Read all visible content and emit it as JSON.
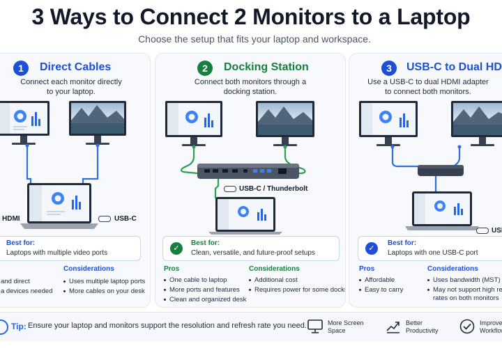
{
  "page": {
    "title": "3 Ways to Connect 2 Monitors to a Laptop",
    "subtitle": "Choose the setup that fits your laptop and workspace."
  },
  "colors": {
    "blue": "#1d4ed8",
    "green": "#15803d",
    "cable_blue": "#2f6fe0",
    "cable_green": "#2e9e4f"
  },
  "cards": [
    {
      "number": "1",
      "title": "Direct Cables",
      "description": [
        "Connect each monitor directly",
        "to your laptop."
      ],
      "port_left": "HDMI",
      "port_right": "USB-C",
      "best_label": "Best for:",
      "best_text": "Laptops with multiple video ports",
      "pros_items": [
        "and direct",
        "a devices needed"
      ],
      "cons_heading": "Considerations",
      "cons_items": [
        "Uses multiple laptop ports",
        "More cables on your desk"
      ]
    },
    {
      "number": "2",
      "title": "Docking Station",
      "description": [
        "Connect both monitors through a",
        "docking station."
      ],
      "port_label": "USB-C / Thunderbolt",
      "best_label": "Best for:",
      "best_text": "Clean, versatile, and future-proof setups",
      "pros_heading": "Pros",
      "pros_items": [
        "One cable to laptop",
        "More ports and features",
        "Clean and organized desk"
      ],
      "cons_heading": "Considerations",
      "cons_items": [
        "Additional cost",
        "Requires power for some docks"
      ]
    },
    {
      "number": "3",
      "title": "USB-C to Dual HDMI",
      "description": [
        "Use a USB-C to dual HDMI adapter",
        "to connect both monitors."
      ],
      "port_right": "USB",
      "best_label": "Best for:",
      "best_text": "Laptops with one USB-C port",
      "pros_heading": "Pros",
      "pros_items": [
        "Affordable",
        "Easy to carry"
      ],
      "cons_heading": "Considerations",
      "cons_items": [
        "Uses bandwidth (MST)",
        "May not support high refresh",
        "rates on both monitors"
      ]
    }
  ],
  "tip": {
    "label": "Tip:",
    "text": "Ensure your laptop and monitors support the resolution and refresh rate you need."
  },
  "features": [
    {
      "icon": "monitor-icon",
      "line1": "More Screen",
      "line2": "Space"
    },
    {
      "icon": "growth-chart-icon",
      "line1": "Better",
      "line2": "Productivity"
    },
    {
      "icon": "check-circle-icon",
      "line1": "Improved",
      "line2": "Workflow"
    }
  ]
}
